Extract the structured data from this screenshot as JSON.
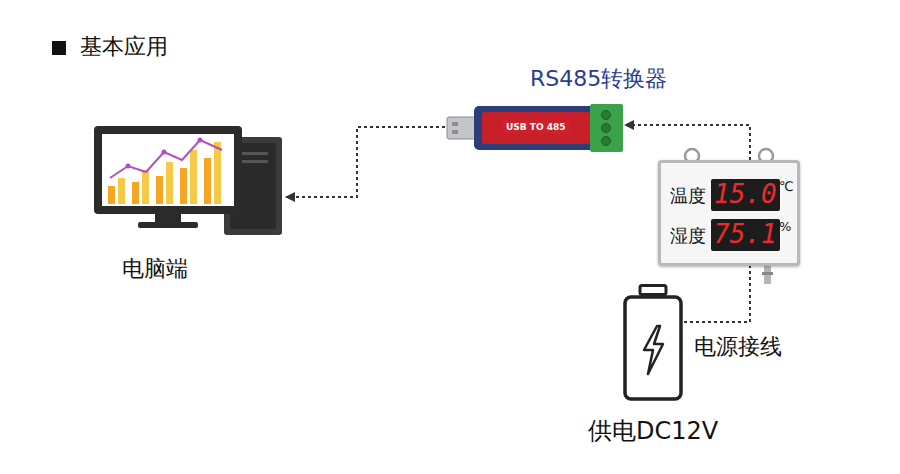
{
  "diagram": {
    "title": "基本应用",
    "nodes": [
      {
        "text": [
          "电脑端"
        ]
      },
      {
        "text": [
          "RS485转换器"
        ]
      },
      {
        "text": [
          "温度",
          "15.0",
          "℃",
          "湿度",
          "75.1",
          "%"
        ]
      },
      {
        "text": [
          "供电DC12V"
        ]
      }
    ],
    "edges": [
      {
        "from": 1,
        "to": 0,
        "arrow": "to"
      },
      {
        "from": 2,
        "to": 1,
        "arrow": "to"
      },
      {
        "from": 3,
        "to": 2,
        "arrow": "none",
        "label": "电源接线"
      }
    ],
    "labels": [
      "USB TO 485"
    ]
  }
}
